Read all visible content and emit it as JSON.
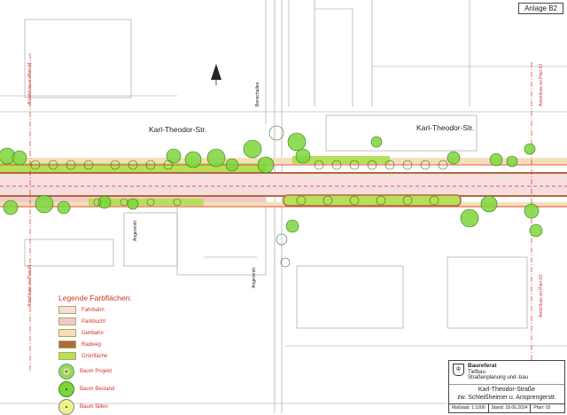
{
  "sheet": {
    "label": "Anlage B2"
  },
  "streets": {
    "main_left": "Karl-Theodor-Str.",
    "main_right": "Karl-Theodor-Str.",
    "cross_north": "Bonschallee",
    "cross_south_left": "Angererstr.",
    "cross_south_mid": "Angererstr."
  },
  "connections": {
    "left_top": "Anschluss an Plan 01",
    "left_bottom": "Anschluss an Plan 01",
    "right_top": "Anschluss an Plan 03",
    "right_bottom": "Anschluss an Plan 03"
  },
  "legend": {
    "title": "Legende Farbflächen:",
    "items": [
      {
        "label": "Fahrbahn",
        "color": "#f7dede"
      },
      {
        "label": "Parkbucht",
        "color": "#f2c9c9"
      },
      {
        "label": "Gehbahn",
        "color": "#f6dfb8"
      },
      {
        "label": "Radweg",
        "color": "#b06a3c"
      },
      {
        "label": "Grünfläche",
        "color": "#b7df59"
      }
    ],
    "trees": [
      {
        "label": "Baum Projekt",
        "kind": "projekt"
      },
      {
        "label": "Baum Bestand",
        "kind": "bestand"
      },
      {
        "label": "Baum fällen",
        "kind": "faellen"
      }
    ]
  },
  "titleblock": {
    "org": "Baureferat",
    "dept": "Tiefbau",
    "sub": "Straßenplanung und -bau",
    "title_line1": "Karl-Theodor-Straße",
    "title_line2": "zw. Schleißheimer u. Ansprengerstr.",
    "scale": "Maßstab: 1:1000",
    "date": "Stand: 18.06.2024",
    "plan_no": "Pfarr: 02"
  },
  "colors": {
    "road": "#f7dede",
    "parking": "#f2c9c9",
    "sidewalk": "#f6dfb8",
    "bike": "#b06a3c",
    "green": "#b7df59",
    "tree_existing": "#7dd63b",
    "red_line": "#d2342a"
  }
}
